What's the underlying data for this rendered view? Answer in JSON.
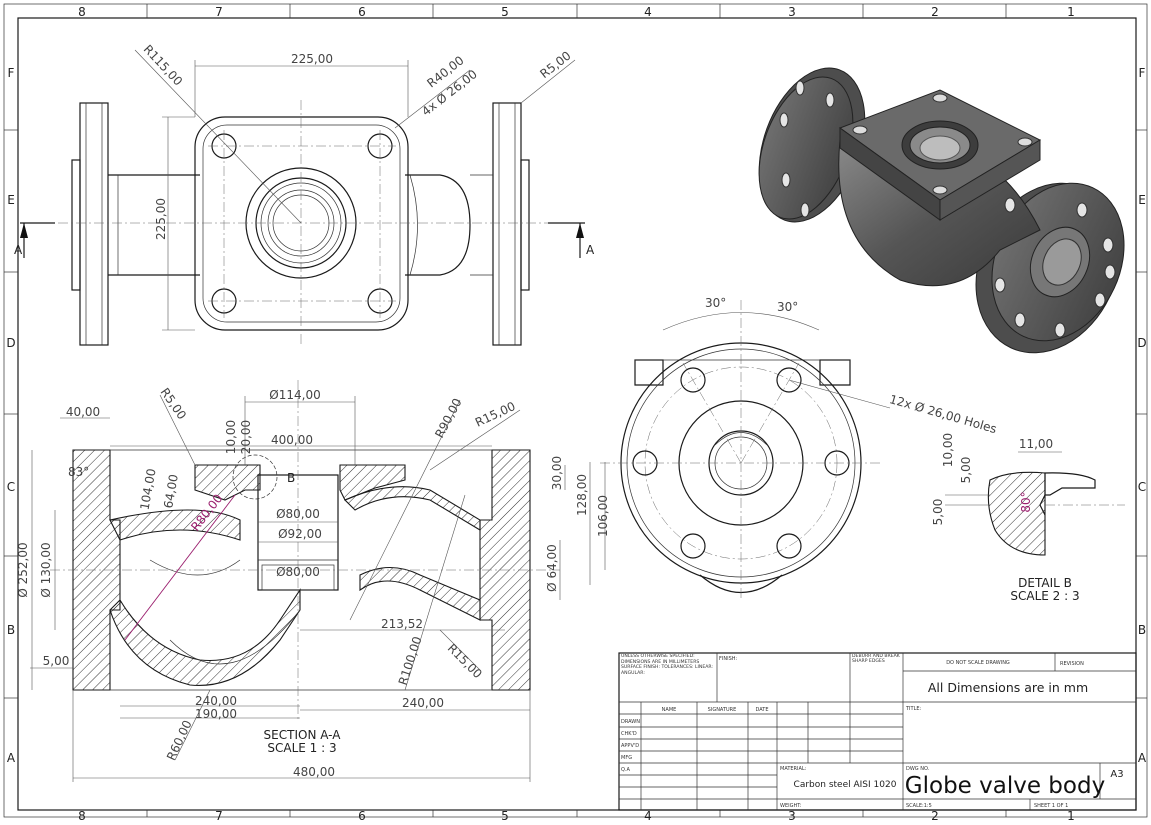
{
  "border": {
    "columns": [
      "8",
      "7",
      "6",
      "5",
      "4",
      "3",
      "2",
      "1"
    ],
    "rows": [
      "F",
      "E",
      "D",
      "C",
      "B",
      "A"
    ]
  },
  "top_view": {
    "dims": {
      "width": "225,00",
      "height": "225,00",
      "r_corner": "R115,00",
      "r_boss": "R40,00",
      "holes": "4x Ø 26,00",
      "r_small": "R5,00"
    },
    "section_marker": "A"
  },
  "section_view": {
    "title": "SECTION A-A",
    "scale": "SCALE 1 : 3",
    "detail_ref": "B",
    "dims": {
      "d_bore_top": "Ø114,00",
      "flange_40": "40,00",
      "r5": "R5,00",
      "ten": "10,00",
      "twenty": "20,00",
      "span_400": "400,00",
      "r90": "R90,00",
      "r15_top": "R15,00",
      "angle_83": "83°",
      "len_104": "104,00",
      "len_64": "64,00",
      "r80": "R80,00",
      "d80_a": "Ø80,00",
      "d92": "Ø92,00",
      "d80_b": "Ø80,00",
      "d252": "Ø 252,00",
      "d130": "Ø 130,00",
      "thirty": "30,00",
      "h128": "128,00",
      "h106": "106,00",
      "d64": "Ø 64,00",
      "off_213": "213,52",
      "five": "5,00",
      "r100": "R100,00",
      "r15_bot": "R15,00",
      "w240_a": "240,00",
      "w190": "190,00",
      "w240_b": "240,00",
      "r60": "R60,00",
      "w480": "480,00"
    }
  },
  "flange_view": {
    "angle_left": "30°",
    "angle_right": "30°",
    "holes": "12x Ø 26,00 Holes"
  },
  "detail_b": {
    "title": "DETAIL B",
    "scale": "SCALE 2 : 3",
    "dims": {
      "w11": "11,00",
      "h10": "10,00",
      "h5a": "5,00",
      "h5b": "5,00",
      "angle": "80°"
    }
  },
  "title_block": {
    "general_notes": "UNLESS OTHERWISE SPECIFIED: DIMENSIONS ARE IN MILLIMETERS SURFACE FINISH: TOLERANCES: LINEAR: ANGULAR:",
    "finish_label": "FINISH:",
    "deburr": "DEBURR AND BREAK SHARP EDGES",
    "no_scale": "DO NOT SCALE DRAWING",
    "revision": "REVISION",
    "note": "All Dimensions are in mm",
    "col_name": "NAME",
    "col_signature": "SIGNATURE",
    "col_date": "DATE",
    "title_label": "TITLE:",
    "rows": [
      "DRAWN",
      "CHK'D",
      "APPV'D",
      "MFG",
      "Q.A"
    ],
    "material_label": "MATERIAL:",
    "material": "Carbon steel AISI 1020",
    "dwg_no_label": "DWG NO.",
    "dwg_title": "Globe valve body",
    "size": "A3",
    "weight_label": "WEIGHT:",
    "scale_label": "SCALE:1:5",
    "sheet": "SHEET 1 OF 1"
  }
}
